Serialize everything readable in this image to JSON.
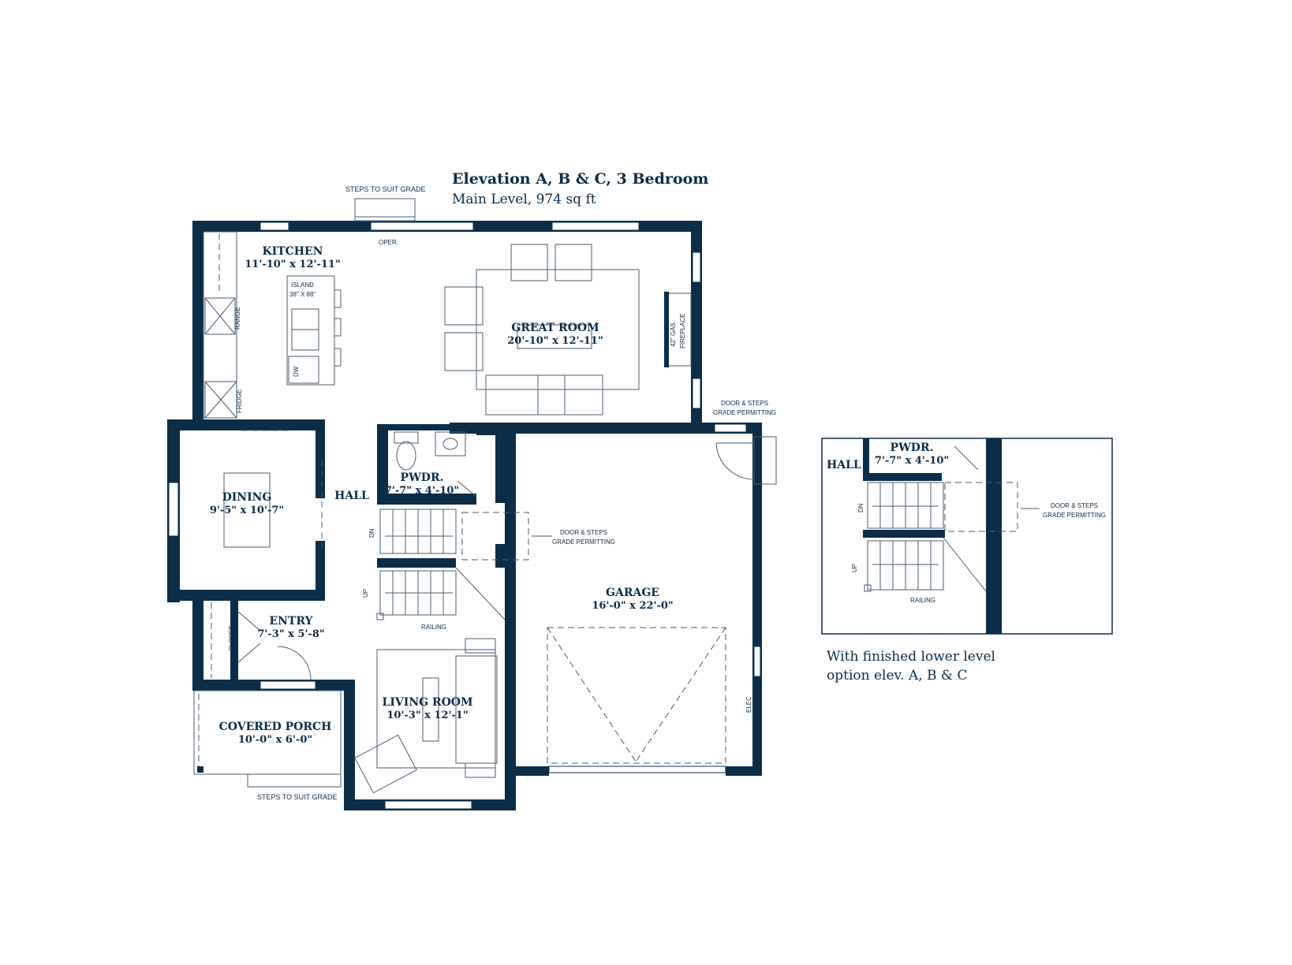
{
  "title": "Elevation A, B & C, 3 Bedroom",
  "subtitle": "Main Level, 974 sq ft",
  "rooms": {
    "kitchen": {
      "name": "KITCHEN",
      "dims": "11'-10\" x 12'-11\""
    },
    "great_room": {
      "name": "GREAT ROOM",
      "dims": "20'-10\" x 12'-11\""
    },
    "dining": {
      "name": "DINING",
      "dims": "9'-5\" x 10'-7\""
    },
    "hall": {
      "name": "HALL"
    },
    "pwdr": {
      "name": "PWDR.",
      "dims": "7'-7\" x 4'-10\""
    },
    "garage": {
      "name": "GARAGE",
      "dims": "16'-0\" x 22'-0\""
    },
    "entry": {
      "name": "ENTRY",
      "dims": "7'-3\" x 5'-8\""
    },
    "living": {
      "name": "LIVING ROOM",
      "dims": "10'-3\" x 12'-1\""
    },
    "porch": {
      "name": "COVERED PORCH",
      "dims": "10'-0\" x 6'-0\""
    }
  },
  "notes": {
    "steps_top": "STEPS TO SUIT GRADE",
    "steps_bottom": "STEPS TO SUIT GRADE",
    "oper": "OPER.",
    "island": "ISLAND",
    "island_size": "38\" X 88\"",
    "range": "RANGE",
    "fridge": "FRIDGE",
    "dw": "DW",
    "fireplace_1": "42\" GAS",
    "fireplace_2": "FIREPLACE",
    "door_steps_top_1": "DOOR & STEPS",
    "door_steps_top_2": "GRADE PERMITTING",
    "door_steps_mid_1": "DOOR & STEPS",
    "door_steps_mid_2": "GRADE PERMITTING",
    "dn": "DN",
    "up": "UP",
    "railing": "RAILING",
    "closet": "CLOSET",
    "elec": "ELEC"
  },
  "inset": {
    "hall": "HALL",
    "pwdr": "PWDR.",
    "pwdr_dims": "7'-7\" x 4'-10\"",
    "dn": "DN",
    "up": "UP",
    "railing": "RAILING",
    "door_steps_1": "DOOR & STEPS",
    "door_steps_2": "GRADE PERMITTING",
    "caption_1": "With finished lower level",
    "caption_2": "option elev. A, B & C"
  }
}
